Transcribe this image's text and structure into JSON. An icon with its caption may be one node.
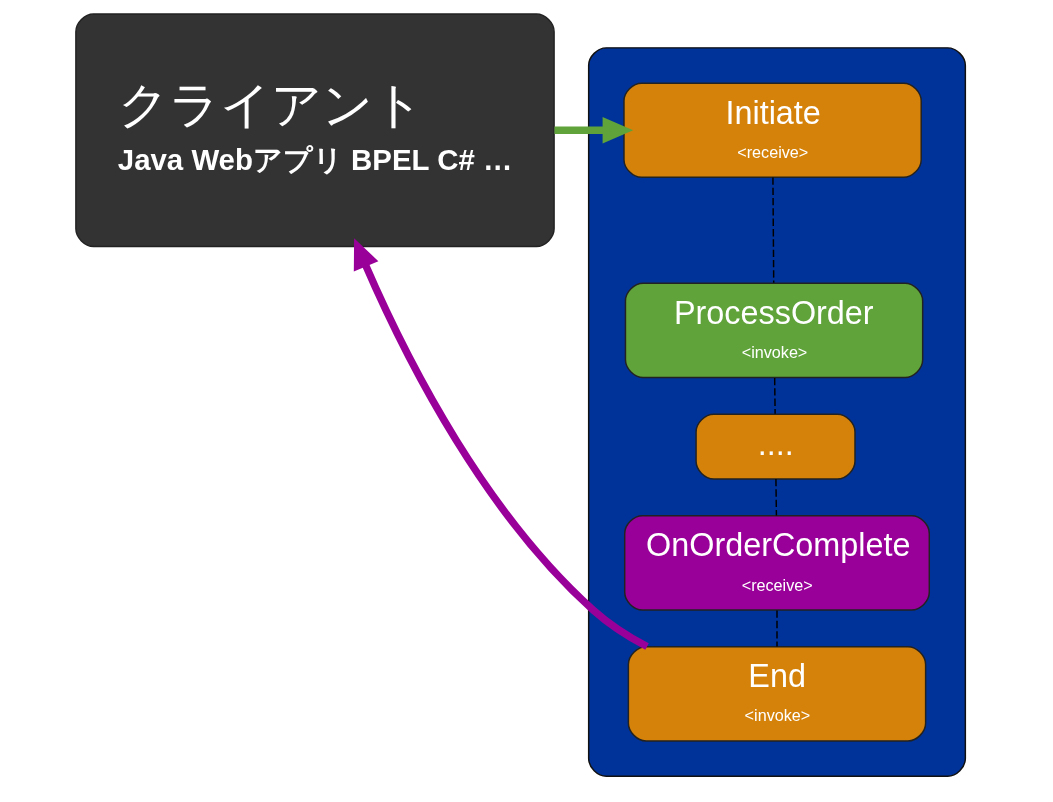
{
  "diagram": {
    "nodes": [
      {
        "text": [
          "クライアント",
          "Java Webアプリ BPEL C# …"
        ]
      },
      {
        "text": [],
        "shape": "box"
      },
      {
        "text": [
          "Initiate",
          "<receive>"
        ],
        "in": 1
      },
      {
        "text": [
          "ProcessOrder",
          "<invoke>"
        ],
        "in": 1
      },
      {
        "text": [
          "...."
        ],
        "in": 1
      },
      {
        "text": [
          "OnOrderComplete",
          "<receive>"
        ],
        "in": 1
      },
      {
        "text": [
          "End",
          "<invoke>"
        ],
        "in": 1
      }
    ],
    "edges": [
      {
        "from": 0,
        "to": 2,
        "arrow": "to",
        "style": "thick",
        "color": "#5fa33a"
      },
      {
        "from": 2,
        "to": 3,
        "arrow": "none",
        "style": "dashed"
      },
      {
        "from": 3,
        "to": 4,
        "arrow": "none",
        "style": "dashed"
      },
      {
        "from": 4,
        "to": 5,
        "arrow": "none",
        "style": "dashed"
      },
      {
        "from": 5,
        "to": 6,
        "arrow": "none",
        "style": "dashed"
      },
      {
        "from": 6,
        "to": 0,
        "arrow": "to",
        "style": "thick",
        "color": "#990099"
      }
    ]
  }
}
